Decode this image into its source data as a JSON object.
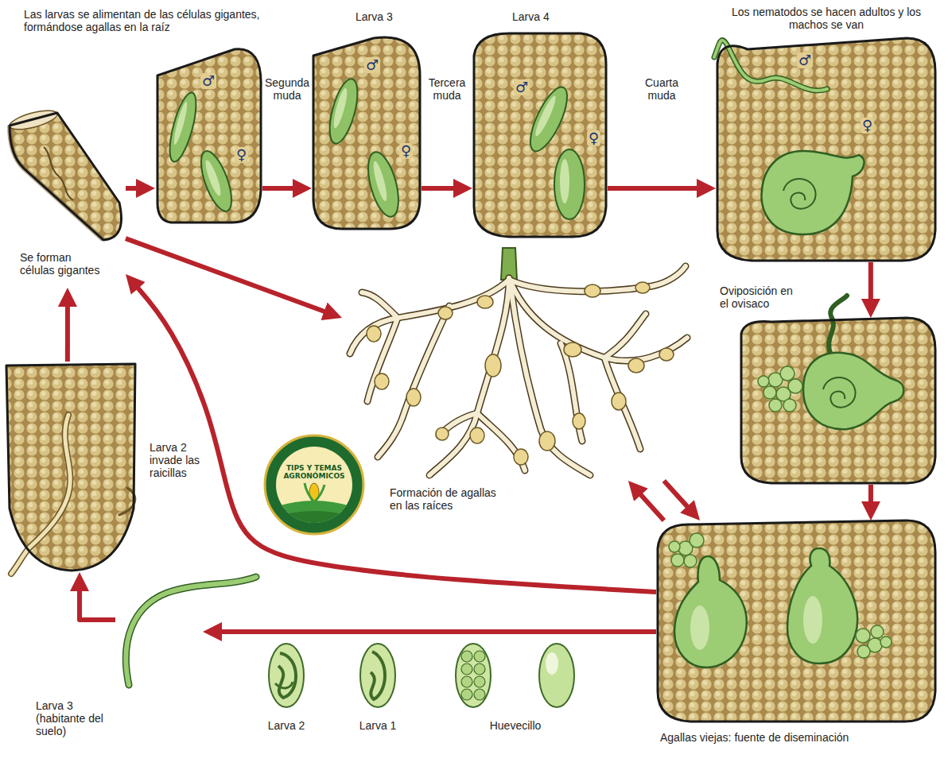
{
  "diagram": {
    "nodes": [
      {
        "text": [
          "Se forman células gigantes"
        ]
      },
      {
        "text": [
          "Las larvas se alimentan de las células gigantes, formándose agallas en la raíz"
        ]
      },
      {
        "text": [
          "Larva 3"
        ]
      },
      {
        "text": [
          "Larva 4"
        ]
      },
      {
        "text": [
          "Los nematodos se hacen adultos y los machos se van"
        ]
      },
      {
        "text": [
          "Oviposición en el ovisaco"
        ]
      },
      {
        "text": [
          "Agallas viejas: fuente de diseminación"
        ]
      },
      {
        "text": [
          "Formación de agallas en las raíces"
        ]
      },
      {
        "text": [
          "Larva 2 invade las raicillas"
        ]
      },
      {
        "text": [
          "Larva 3 (habitante del suelo)"
        ]
      }
    ],
    "edges": [
      {
        "from": 0,
        "to": 1,
        "arrow": "to"
      },
      {
        "from": 1,
        "to": 2,
        "label": "Segunda muda",
        "arrow": "to"
      },
      {
        "from": 2,
        "to": 3,
        "label": "Tercera muda",
        "arrow": "to"
      },
      {
        "from": 3,
        "to": 4,
        "label": "Cuarta muda",
        "arrow": "to"
      },
      {
        "from": 4,
        "to": 5,
        "arrow": "to"
      },
      {
        "from": 5,
        "to": 6,
        "arrow": "to"
      },
      {
        "from": 0,
        "to": 7,
        "arrow": "to"
      },
      {
        "from": 6,
        "to": 7,
        "arrow": "to"
      },
      {
        "from": 7,
        "to": 6,
        "arrow": "to"
      },
      {
        "from": 6,
        "to": 0,
        "arrow": "to"
      },
      {
        "from": 6,
        "to": 9,
        "arrow": "to"
      },
      {
        "from": 9,
        "to": 8,
        "arrow": "to"
      },
      {
        "from": 8,
        "to": 0,
        "arrow": "to"
      }
    ],
    "labels": [
      "♂",
      "♀",
      "♂",
      "♀",
      "♂",
      "♀",
      "♂",
      "♀",
      "Larva 2",
      "Larva 1",
      "Huevecillo",
      "TIPS Y TEMAS AGRONÓMICOS"
    ]
  }
}
